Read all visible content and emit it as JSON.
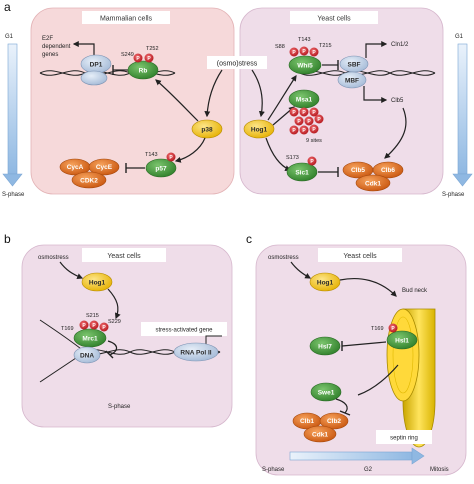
{
  "panel_labels": {
    "a": "a",
    "b": "b",
    "c": "c"
  },
  "panel_a": {
    "g1": "G1",
    "sphase_left": "S-phase",
    "sphase_right": "S-phase",
    "mammalian_header": "Mammalian cells",
    "yeast_header": "Yeast cells",
    "stress": "(osmo)stress",
    "e2f_text": "E2F\ndependent\ngenes",
    "dp1": "DP1",
    "s249": "S249",
    "t252": "T252",
    "rb": "Rb",
    "p38": "p38",
    "t143_p57": "T143",
    "p57": "p57",
    "cyca": "CycA",
    "cyce": "CycE",
    "cdk2": "CDK2",
    "s88": "S88",
    "t143_whi5": "T143",
    "t215": "T215",
    "whi5": "Whi5",
    "msa1": "Msa1",
    "nine_sites": "9 sites",
    "hog1": "Hog1",
    "sbf": "SBF",
    "mbf": "MBF",
    "cln12": "Cln1/2",
    "clb5_text": "Clb5",
    "s173": "S173",
    "sic1": "Sic1",
    "clb5": "Clb5",
    "clb6": "Clb6",
    "cdk1": "Cdk1",
    "p": "P"
  },
  "panel_b": {
    "osmostress": "osmostress",
    "yeast_header": "Yeast cells",
    "hog1": "Hog1",
    "t169": "T169",
    "s215": "S215",
    "s229": "S229",
    "mrc1": "Mrc1",
    "dna": "DNA",
    "stress_gene": "stress-activated gene",
    "rnapol": "RNA Pol II",
    "sphase": "S-phase",
    "p": "P"
  },
  "panel_c": {
    "osmostress": "osmostress",
    "yeast_header": "Yeast cells",
    "hog1": "Hog1",
    "bud_neck": "Bud neck",
    "t169": "T169",
    "hsl1": "Hsl1",
    "hsl7": "Hsl7",
    "swe1": "Swe1",
    "clb1": "Clb1",
    "clb2": "Clb2",
    "cdk1": "Cdk1",
    "septin": "septin ring",
    "sphase": "S-phase",
    "g2": "G2",
    "mitosis": "Mitosis",
    "p": "P"
  },
  "colors": {
    "mammalian_bg": "#f6d9da",
    "yeast_bg": "#efdde9",
    "green": "#3f9b3a",
    "yellow": "#f1c21b",
    "orange": "#e8731f",
    "red_p": "#d8242a",
    "blue_arrow": "#9dc3e6",
    "lightblue": "#c8d9ee"
  }
}
